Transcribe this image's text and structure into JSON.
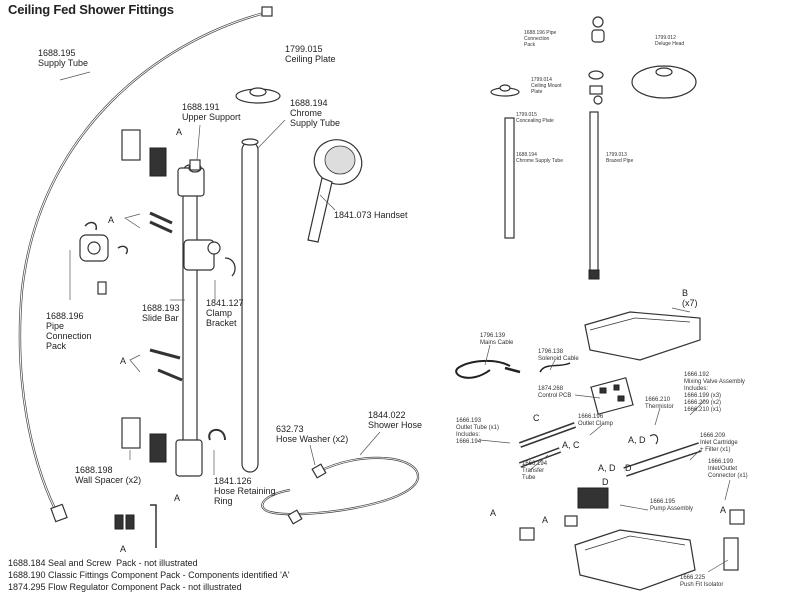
{
  "title": "Ceiling Fed Shower Fittings",
  "labels": {
    "supply_tube": "1688.195\nSupply Tube",
    "ceiling_plate": "1799.015\nCeiling Plate",
    "upper_support": "1688.191\nUpper Support",
    "chrome_supply_tube": "1688.194\nChrome\nSupply Tube",
    "handset": "1841.073 Handset",
    "pipe_connection_pack": "1688.196\nPipe\nConnection\nPack",
    "slide_bar": "1688.193\nSlide Bar",
    "clamp_bracket": "1841.127\nClamp\nBracket",
    "hose_washer": "632.73\nHose Washer (x2)",
    "shower_hose": "1844.022\nShower Hose",
    "wall_spacer": "1688.198\nWall Spacer (x2)",
    "hose_retaining_ring": "1841.126\nHose Retaining\nRing"
  },
  "letters": {
    "a": "A",
    "b": "B\n(x7)",
    "c": "C",
    "d": "D",
    "ad": "A, D",
    "ac": "A, C"
  },
  "ceiling_labels": {
    "pipe_connection_pack": "1688.196 Pipe\nConnection\nPack",
    "deluge_head": "1799.012\nDeluge Head",
    "ceiling_mount_plate": "1799.014\nCeiling Mount\nPlate",
    "concealing_plate": "1799.015\nConcealing Plate",
    "chrome_supply_tube": "1688.194\nChrome Supply Tube",
    "brazed_pipe": "1799.013\nBrazed Pipe"
  },
  "pump_labels": {
    "mains_cable": "1796.139\nMains Cable",
    "solenoid_cable": "1796.138\nSolenoid Cable",
    "control_pcb": "1874.268\nControl PCB",
    "thermistor": "1666.210\nThermistor",
    "mixing_valve": "1666.192\nMixing Valve Assembly\nIncludes:\n1666.199 (x3)\n1666.209 (x2)\n1666.210 (x1)",
    "outlet_tube": "1666.193\nOutlet Tube (x1)\nIncludes:\n1666.194",
    "outlet_clamp": "1666.196\nOutlet Clamp",
    "inlet_cartridge": "1666.209\nInlet Cartridge\n+ Filter (x1)",
    "transfer_tube": "1666.194\nTransfer\nTube",
    "inlet_outlet_connector": "1666.199\nInlet/Outlet\nConnector (x1)",
    "pump_assembly": "1666.195\nPump Assembly",
    "push_fit_isolator": "1666.225\nPush Fit Isolator"
  },
  "notes": [
    "1688.184 Seal and Screw  Pack - not illustrated",
    "1688.190 Classic Fittings Component Pack - Components identified 'A'",
    "1874.295 Flow Regulator Component Pack - not illustrated"
  ]
}
